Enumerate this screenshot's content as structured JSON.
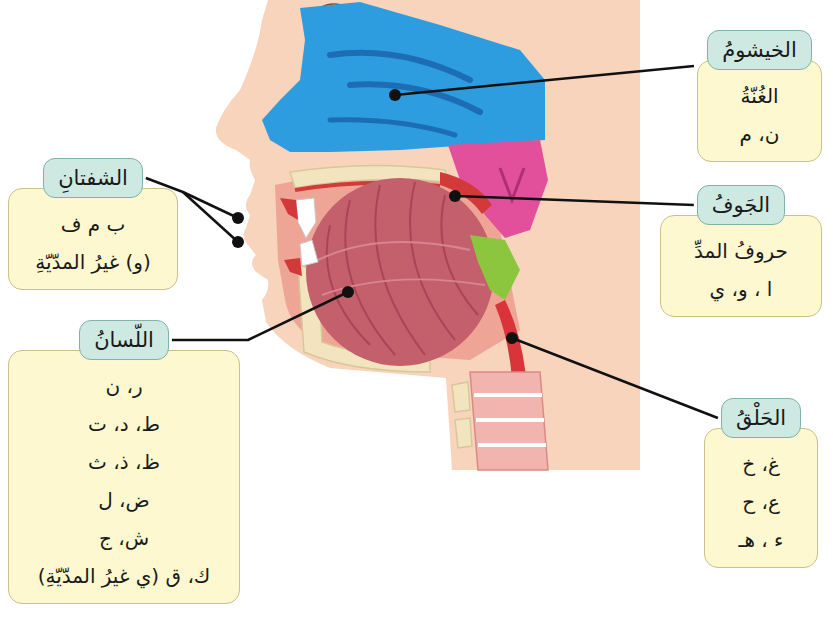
{
  "diagram": {
    "nodes": [
      {
        "text": [
          "الخيشومُ",
          "الغُنّةُ",
          "ن، م"
        ]
      },
      {
        "text": [
          "الشفتانِ",
          "ب م ف",
          "(و) غيرُ المدّيّةِ"
        ]
      },
      {
        "text": [
          "الجَوفُ",
          "حروفُ المدِّ",
          "ا ، و، ي"
        ]
      },
      {
        "text": [
          "اللّسانُ",
          "ر، ن",
          "ط، د، ت",
          "ظ، ذ، ث",
          "ض، ل",
          "ش، ج",
          "ك، ق (ي غيرُ المدّيّةِ)"
        ]
      },
      {
        "text": [
          "الحَلْقُ",
          "غ، خ",
          "ع، ح",
          "ء ، هـ"
        ]
      }
    ]
  }
}
